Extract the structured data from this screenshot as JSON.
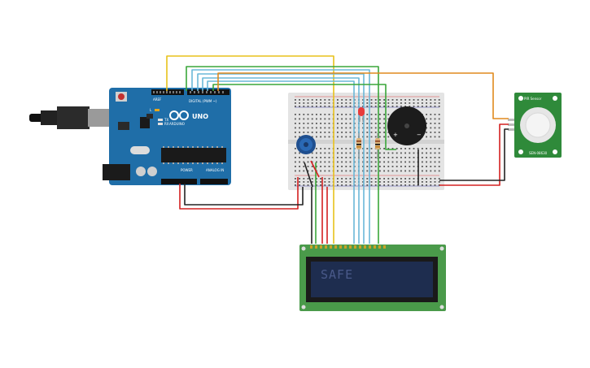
{
  "arduino": {
    "brand": "ARDUINO",
    "model": "UNO",
    "digital_label": "DIGITAL (PWM ~)",
    "power_label": "POWER",
    "analog_label": "ANALOG IN",
    "tx_label": "TX",
    "rx_label": "RX",
    "l_label": "L",
    "aref_label": "AREF",
    "gnd_label": "GND"
  },
  "lcd": {
    "text": "SAFE"
  },
  "buzzer": {
    "plus": "+",
    "minus": "−"
  },
  "pir": {
    "label_top": "PIR Sensor",
    "label_bottom": "SEN-08630"
  },
  "colors": {
    "arduino_board": "#1f6ea8",
    "lcd_pcb": "#4a9a4a",
    "lcd_screen": "#1e2d4f",
    "pir_pcb": "#2f8a3a",
    "wire_yellow": "#e8c21c",
    "wire_green": "#3aa63a",
    "wire_blue": "#6ab8d8",
    "wire_orange": "#e08a1e",
    "wire_red": "#d42020",
    "wire_black": "#222222"
  }
}
